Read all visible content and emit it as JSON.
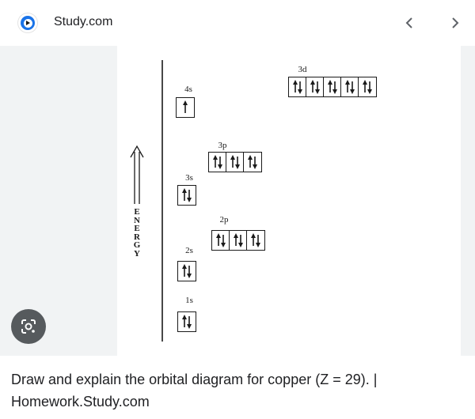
{
  "header": {
    "source_name": "Study.com",
    "logo_icon": "study-com-logo",
    "prev_icon": "chevron-left-icon",
    "next_icon": "chevron-right-icon"
  },
  "diagram": {
    "axis_label": [
      "E",
      "N",
      "E",
      "R",
      "G",
      "Y"
    ],
    "orbitals": [
      {
        "label": "1s",
        "electrons": [
          "up-down"
        ]
      },
      {
        "label": "2s",
        "electrons": [
          "up-down"
        ]
      },
      {
        "label": "2p",
        "electrons": [
          "up-down",
          "up-down",
          "up-down"
        ]
      },
      {
        "label": "3s",
        "electrons": [
          "up-down"
        ]
      },
      {
        "label": "3p",
        "electrons": [
          "up-down",
          "up-down",
          "up-down"
        ]
      },
      {
        "label": "4s",
        "electrons": [
          "up"
        ]
      },
      {
        "label": "3d",
        "electrons": [
          "up-down",
          "up-down",
          "up-down",
          "up-down",
          "up-down"
        ]
      }
    ]
  },
  "lens_icon": "google-lens-icon",
  "caption": "Draw and explain the orbital diagram for copper (Z = 29). | Homework.Study.com"
}
